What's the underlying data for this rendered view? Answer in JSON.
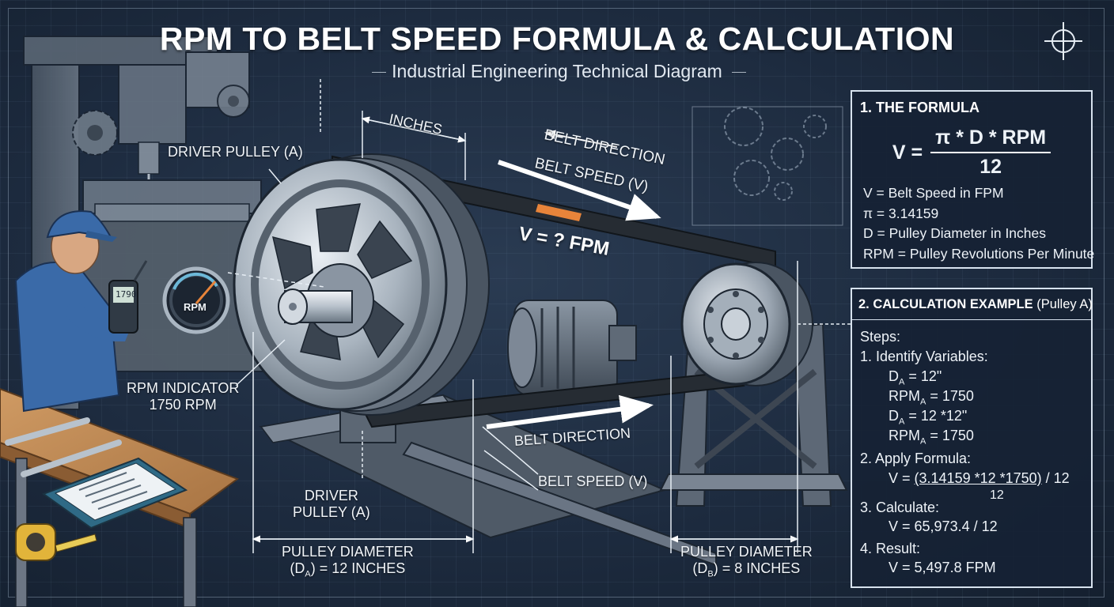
{
  "header": {
    "title": "RPM TO BELT SPEED FORMULA & CALCULATION",
    "subtitle": "Industrial Engineering Technical Diagram"
  },
  "labels": {
    "driver_pulley_top": "DRIVER PULLEY (A)",
    "inches": "INCHES",
    "belt_direction_top": "BELT DIRECTION",
    "belt_speed_top": "BELT SPEED (V)",
    "v_unknown": "V = ? FPM",
    "rpm_gauge": "RPM",
    "meter_reading": "1790",
    "rpm_indicator_line1": "RPM INDICATOR",
    "rpm_indicator_line2": "1750 RPM",
    "driver_pulley_bottom_line1": "DRIVER",
    "driver_pulley_bottom_line2": "PULLEY (A)",
    "belt_direction_bottom": "BELT DIRECTION",
    "belt_speed_bottom": "BELT SPEED (V)",
    "diameter_a_line1": "PULLEY DIAMETER",
    "diameter_a_line2_pre": "(D",
    "diameter_a_line2_sub": "A",
    "diameter_a_line2_post": ") = 12 INCHES",
    "diameter_b_line1": "PULLEY DIAMETER",
    "diameter_b_line2_pre": "(D",
    "diameter_b_line2_sub": "B",
    "diameter_b_line2_post": ") = 8 INCHES"
  },
  "formula_panel": {
    "title": "1. THE FORMULA",
    "lhs": "V =",
    "numerator": "π * D * RPM",
    "denominator": "12",
    "definitions": [
      "V = Belt Speed in FPM",
      "π = 3.14159",
      "D = Pulley Diameter in Inches",
      "RPM = Pulley Revolutions Per Minute"
    ]
  },
  "example_panel": {
    "title": "2. CALCULATION EXAMPLE",
    "title_paren": "(Pulley A)",
    "steps_label": "Steps:",
    "step1": "1. Identify Variables:",
    "var_d": "D",
    "var_rpm": "RPM",
    "sub_a": "A",
    "var1_value": " = 12\"",
    "var2_value": " = 1750",
    "var3_value": " = 12 *12\"",
    "var4_value": "  = 1750",
    "step2": "2. Apply Formula:",
    "apply_prefix": "V = ",
    "apply_num": "(3.14159 *12 *1750)",
    "apply_suffix": " / 12",
    "apply_den": "12",
    "step3": "3. Calculate:",
    "calc": "V = 65,973.4 / 12",
    "step4": "4. Result:",
    "result": "V = 5,497.8 FPM"
  },
  "colors": {
    "background": "#1c2a3e",
    "belt_arrow": "#e8843a",
    "gauge_needle": "#e8843a",
    "desk_wood": "#c08a55",
    "worker_blue": "#3a6aa8",
    "panel_border": "#d7e2ee"
  },
  "icons": [
    "crosshair-icon",
    "gauge-icon",
    "wrench-icon",
    "tape-measure-icon",
    "clipboard-icon",
    "gear-icon",
    "electric-motor-icon"
  ]
}
